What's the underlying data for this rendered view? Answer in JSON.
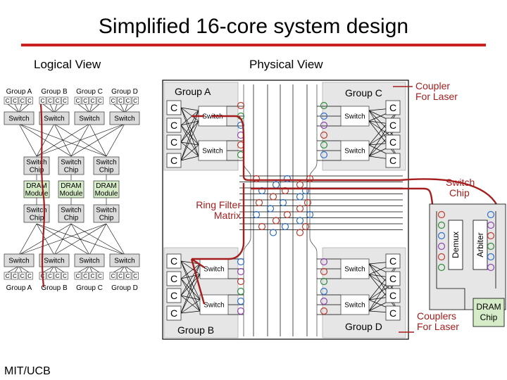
{
  "title": "Simplified 16-core system design",
  "footer": "MIT/UCB",
  "colors": {
    "accent_red": "#cc1f1f",
    "link_red": "#a51d1d",
    "dram_green": "#d6ecc8",
    "box_gray": "#dcdcdc"
  },
  "logical": {
    "heading": "Logical View",
    "group_labels": [
      "Group A",
      "Group B",
      "Group C",
      "Group D"
    ],
    "core_label": "C",
    "switch_label": "Switch",
    "switch_chip": [
      "Switch",
      "Chip"
    ],
    "dram_module": [
      "DRAM",
      "Module"
    ]
  },
  "physical": {
    "heading": "Physical View",
    "group_a": "Group A",
    "group_b": "Group B",
    "group_c": "Group C",
    "group_d": "Group D",
    "core_label": "C",
    "switch_label": "Switch",
    "ring_filter": [
      "Ring Filter",
      "Matrix"
    ],
    "demux": "Demux",
    "arbiter": "Arbiter",
    "dram_chip": [
      "DRAM",
      "Chip"
    ]
  },
  "callouts": {
    "coupler_laser": [
      "Coupler",
      "For Laser"
    ],
    "switch_chip": [
      "Switch",
      "Chip"
    ],
    "couplers_laser": [
      "Couplers",
      "For Laser"
    ]
  },
  "ring_colors": [
    "#c0392b",
    "#2e8b3c",
    "#2e6fc8",
    "#8e44ad"
  ]
}
